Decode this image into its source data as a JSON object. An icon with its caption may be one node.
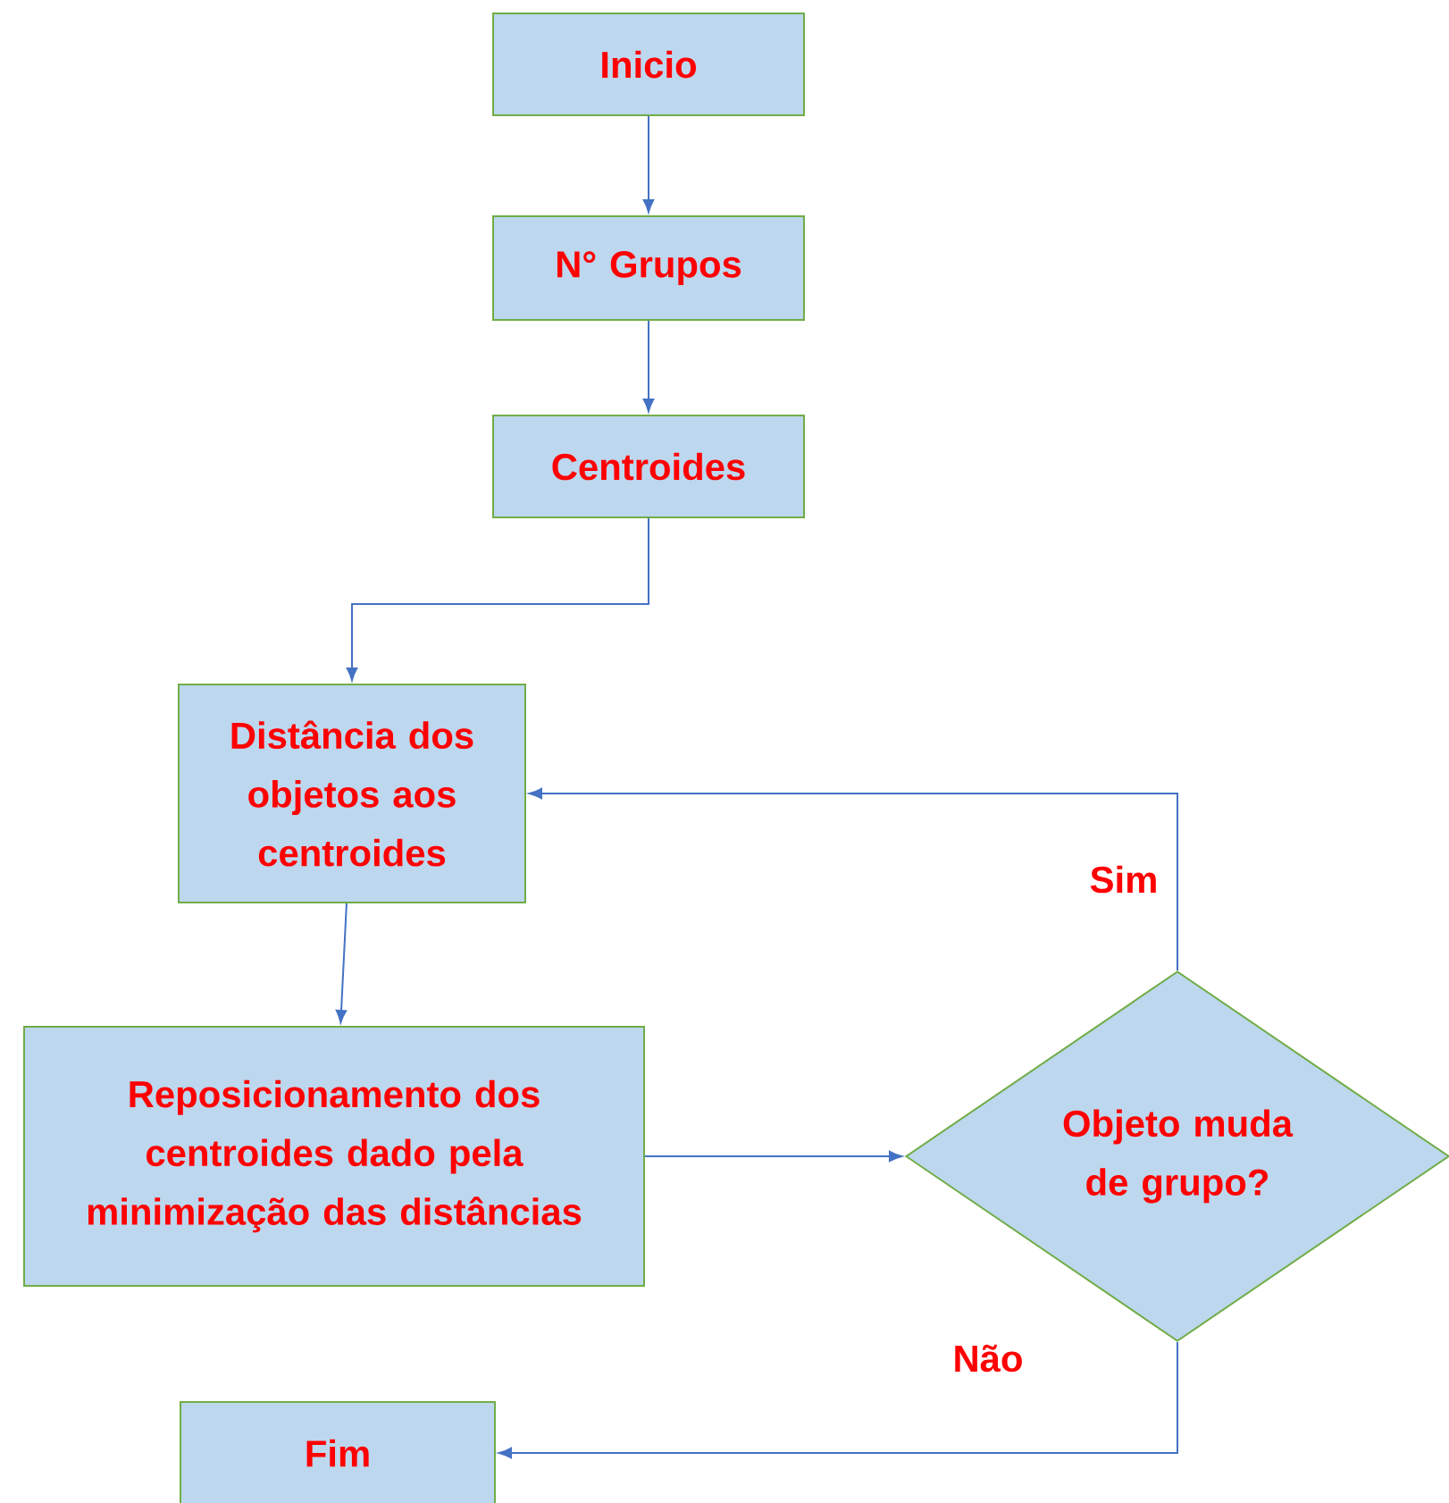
{
  "diagram": {
    "nodes": [
      {
        "text": [
          "Inicio"
        ]
      },
      {
        "text": [
          "N° Grupos"
        ]
      },
      {
        "text": [
          "Centroides"
        ]
      },
      {
        "text": [
          "Distância dos objetos aos centroides"
        ]
      },
      {
        "text": [
          "Reposicionamento dos centroides dado pela minimização das distâncias"
        ]
      },
      {
        "text": [
          "Objeto muda de grupo?"
        ]
      },
      {
        "text": [
          "Fim"
        ]
      }
    ],
    "edges": [
      {
        "from": 0,
        "to": 1,
        "arrow": "to"
      },
      {
        "from": 1,
        "to": 2,
        "arrow": "to"
      },
      {
        "from": 2,
        "to": 3,
        "arrow": "to"
      },
      {
        "from": 3,
        "to": 4,
        "arrow": "to"
      },
      {
        "from": 4,
        "to": 5,
        "arrow": "to"
      },
      {
        "from": 5,
        "to": 3,
        "arrow": "to",
        "label": "Sim"
      },
      {
        "from": 5,
        "to": 6,
        "arrow": "to",
        "label": "Não"
      }
    ]
  }
}
